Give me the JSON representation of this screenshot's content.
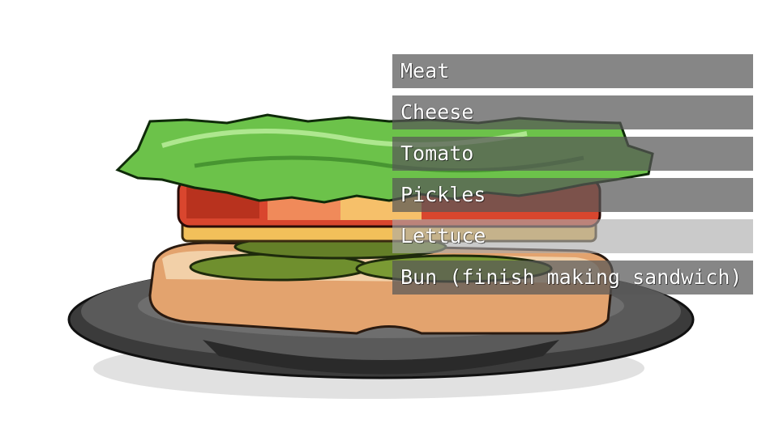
{
  "menu": {
    "options": [
      {
        "label": "Meat",
        "selected": false
      },
      {
        "label": "Cheese",
        "selected": false
      },
      {
        "label": "Tomato",
        "selected": false
      },
      {
        "label": "Pickles",
        "selected": false
      },
      {
        "label": "Lettuce",
        "selected": true
      },
      {
        "label": "Bun (finish making sandwich)",
        "selected": false
      }
    ]
  },
  "scene": {
    "subject": "sandwich-on-plate",
    "layers": [
      "bread",
      "pickles",
      "cheese",
      "tomato",
      "lettuce"
    ],
    "colors": {
      "plate": "#4a4a4a",
      "bread": "#e0a06a",
      "pickle": "#6f8f2e",
      "cheese": "#f2c05a",
      "tomato": "#d9462e",
      "lettuce": "#6cc24a"
    }
  }
}
